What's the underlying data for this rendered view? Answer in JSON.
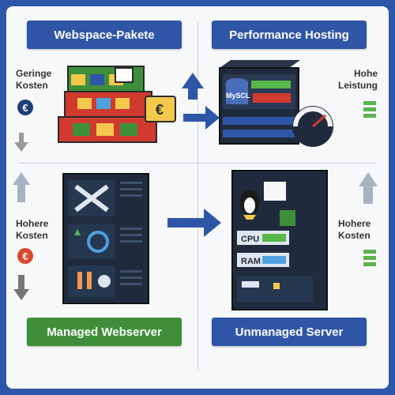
{
  "quadrants": {
    "top_left": {
      "title": "Webspace-Pakete",
      "side_label": "Geringe\nKosten",
      "icon": "euro-coin-icon"
    },
    "top_right": {
      "title": "Performance Hosting",
      "side_label": "Hohe\nLeistung",
      "db_label": "MySCL"
    },
    "bottom_left": {
      "title": "Managed Webserver",
      "side_label": "Hohere\nKosten",
      "icon": "euro-coin-icon"
    },
    "bottom_right": {
      "title": "Unmanaged Server",
      "side_label": "Hohere\nKosten",
      "cpu_label": "CPU",
      "ram_label": "RAM"
    }
  },
  "colors": {
    "brand_blue": "#2f56a6",
    "green": "#3f8f3a",
    "euro_blue": "#1f3f7a",
    "euro_red": "#d9482b"
  },
  "euro_symbol": "€"
}
